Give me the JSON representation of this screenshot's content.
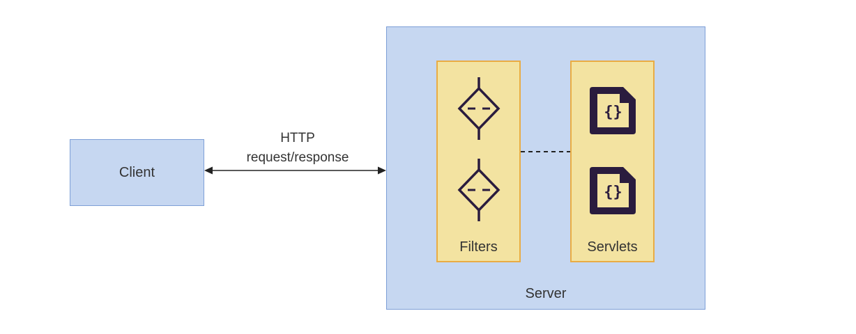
{
  "diagram": {
    "client": {
      "label": "Client"
    },
    "connection": {
      "line1": "HTTP",
      "line2": "request/response"
    },
    "server": {
      "label": "Server",
      "filters": {
        "label": "Filters",
        "icon": "filter-icon"
      },
      "servlets": {
        "label": "Servlets",
        "icon": "code-file-icon"
      }
    },
    "colors": {
      "box_fill": "#c6d7f1",
      "box_border": "#7d9fd7",
      "column_fill": "#f3e3a1",
      "column_border": "#e9ac44",
      "icon_dark": "#2a1c3e",
      "arrow": "#222222"
    }
  }
}
